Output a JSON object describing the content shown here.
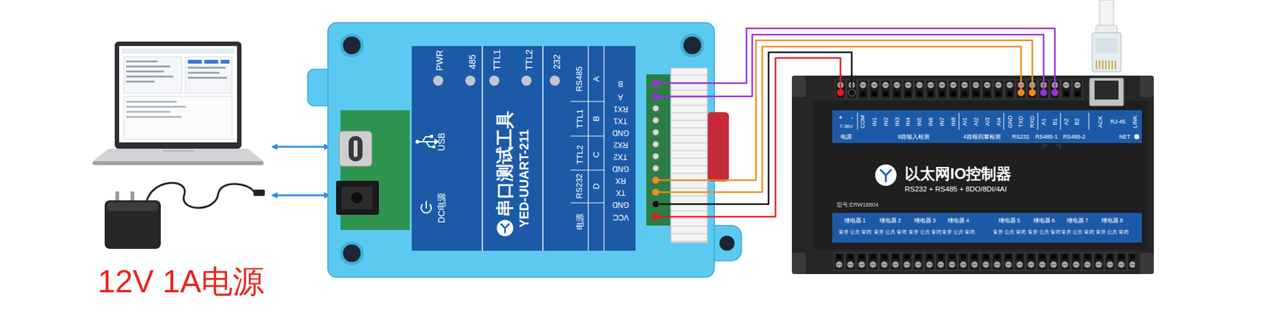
{
  "diagram": {
    "nodes": [
      {
        "text": [
          "串口测试工具",
          "YED-UUART-211"
        ]
      },
      {
        "text": [
          "以太网IO控制器",
          "RS232 + RS485 + 8DO/8DI/4AI"
        ]
      }
    ],
    "edges": [
      {
        "from": 0,
        "to": 1,
        "arrow": "none"
      },
      {
        "from": 0,
        "to": 1,
        "arrow": "none"
      },
      {
        "from": 0,
        "to": 1,
        "arrow": "none"
      },
      {
        "from": 0,
        "to": 1,
        "arrow": "none"
      },
      {
        "from": 0,
        "to": 1,
        "arrow": "none"
      },
      {
        "from": 0,
        "to": 1,
        "arrow": "none"
      }
    ],
    "labels": [
      "12V 1A电源",
      "USB",
      "DC电源",
      "PWR",
      "485",
      "TTL1",
      "TTL2",
      "232",
      "RS232",
      "TTL2",
      "TTL1",
      "RS485",
      "电源",
      "D",
      "C",
      "B",
      "A",
      "B",
      "A",
      "RX1",
      "TX1",
      "GND",
      "RX2",
      "TX2",
      "GND",
      "RX",
      "TX",
      "GND",
      "VCC",
      "+",
      "-",
      "7-36V",
      "COM",
      "IN1",
      "IN2",
      "IN3",
      "IN4",
      "IN5",
      "IN6",
      "IN7",
      "IN8",
      "AI1",
      "AI2",
      "AI3",
      "AI4",
      "GND",
      "TXD",
      "RXD",
      "A1",
      "B1",
      "A2",
      "B2",
      "ACK",
      "RJ-45",
      "LINK",
      "电源",
      "8路输入检测",
      "4路模拟量检测",
      "RS232",
      "RS485-1",
      "RS485-2",
      "NET",
      "型号:ERW18804",
      "继电器 1",
      "常开",
      "公共",
      "常闭",
      "继电器 2",
      "常开",
      "公共",
      "常闭",
      "继电器 3",
      "常开",
      "公共",
      "常闭",
      "继电器 4",
      "常开",
      "公共",
      "常闭",
      "继电器 5",
      "常开",
      "公共",
      "常闭",
      "继电器 6",
      "常开",
      "公共",
      "常闭",
      "继电器 7",
      "常开",
      "公共",
      "常闭",
      "继电器 8",
      "常开",
      "公共",
      "常闭"
    ]
  }
}
